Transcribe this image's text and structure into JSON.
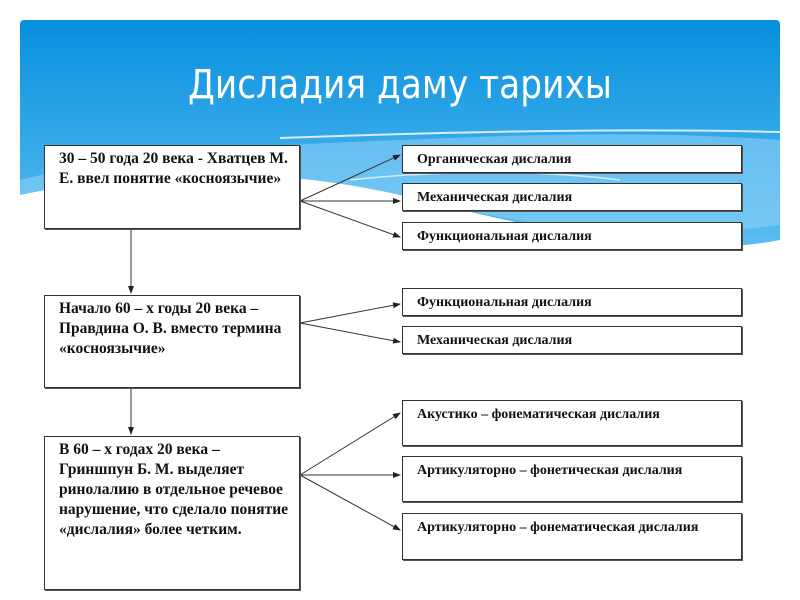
{
  "slide": {
    "title": "Дисладия даму тарихы",
    "colors": {
      "header_top": "#0790DF",
      "header_bottom": "#5CBDF0",
      "wave_light": "#8FD3F7",
      "box_border": "#333333",
      "text": "#111111"
    }
  },
  "diagram": {
    "stages": [
      {
        "text": "30 – 50 года 20 века - Хватцев М. Е. ввел понятие «косноязычие»",
        "outcomes": [
          "Органическая  дислалия",
          "Механическая дислалия",
          "Функциональная дислалия"
        ]
      },
      {
        "text": "Начало 60 – х годы 20 века – Правдина О. В. вместо термина «косноязычие»",
        "outcomes": [
          "Функциональная дислалия",
          "Механическая дислалия"
        ]
      },
      {
        "text": "В 60 – х годах 20 века – Гриншпун Б. М. выделяет ринолалию в отдельное речевое нарушение, что сделало понятие «дислалия» более четким.",
        "outcomes": [
          "Акустико – фонематическая дислалия",
          "Артикуляторно – фонетическая дислалия",
          "Артикуляторно – фонематическая дислалия"
        ]
      }
    ]
  }
}
